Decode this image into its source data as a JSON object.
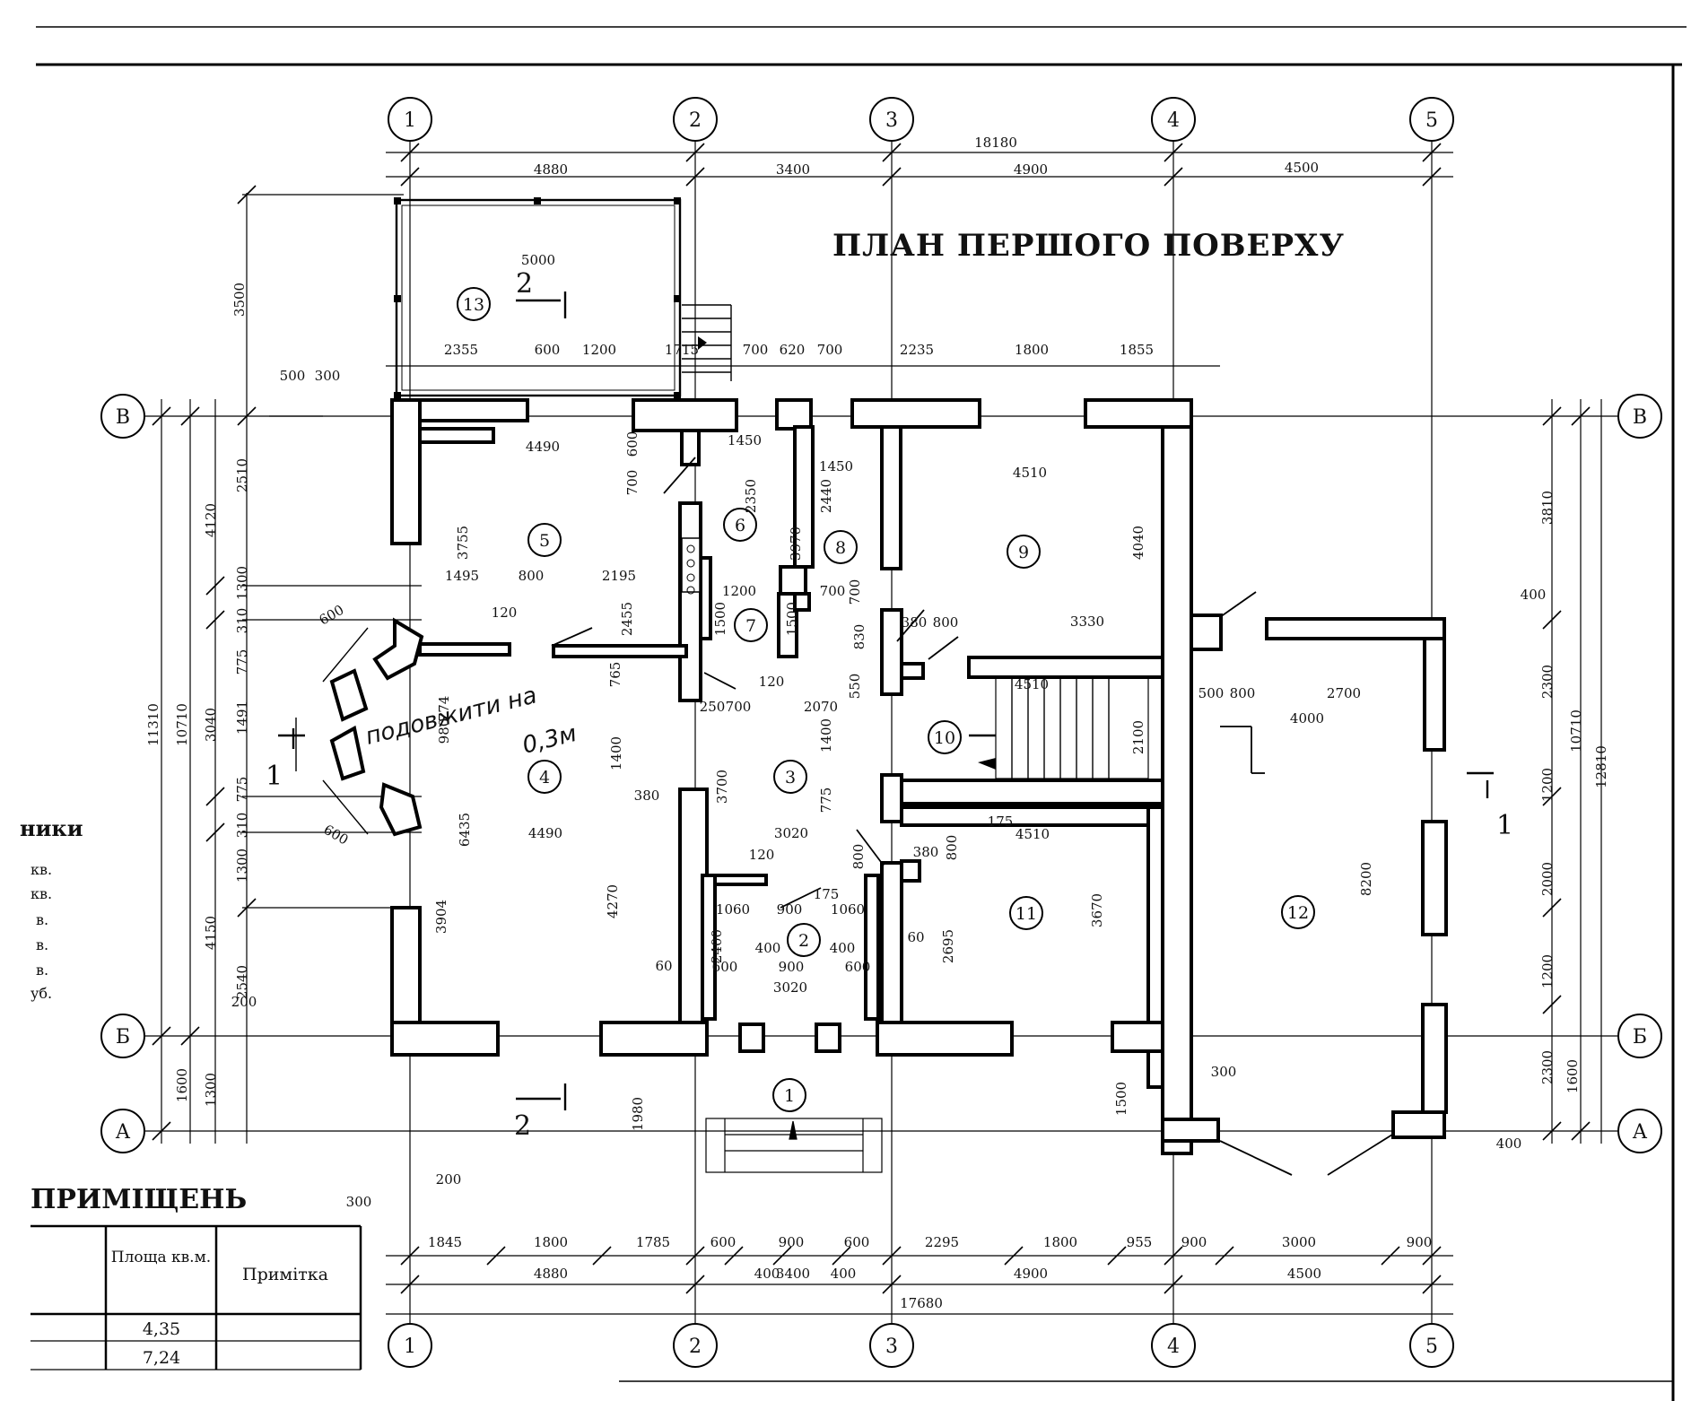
{
  "title": "ПЛАН ПЕРШОГО ПОВЕРХУ",
  "axes_numbers": [
    {
      "label": "1"
    },
    {
      "label": "2"
    },
    {
      "label": "3"
    },
    {
      "label": "4"
    },
    {
      "label": "5"
    }
  ],
  "axes_letters": [
    {
      "label": "В"
    },
    {
      "label": "Б"
    },
    {
      "label": "А"
    }
  ],
  "rooms": [
    {
      "label": "1"
    },
    {
      "label": "2"
    },
    {
      "label": "3"
    },
    {
      "label": "4"
    },
    {
      "label": "5"
    },
    {
      "label": "6"
    },
    {
      "label": "7"
    },
    {
      "label": "8"
    },
    {
      "label": "9"
    },
    {
      "label": "10"
    },
    {
      "label": "11"
    },
    {
      "label": "12"
    },
    {
      "label": "13"
    }
  ],
  "dims_top": {
    "overall": "18180",
    "axes": [
      "4880",
      "3400",
      "4900",
      "4500"
    ],
    "terrace_width": "5000",
    "terrace_depth": "3500",
    "segments": [
      "2355",
      "600",
      "1200",
      "1715",
      "700",
      "620",
      "700",
      "2235",
      "1800",
      "1855"
    ],
    "left_small": [
      "500",
      "300"
    ]
  },
  "dims_bottom": {
    "segments": [
      "1845",
      "1800",
      "1785",
      "600",
      "900",
      "600",
      "2295",
      "1800",
      "955",
      "900",
      "3000",
      "900"
    ],
    "axes": [
      "4880",
      "3400",
      "4900",
      "4500"
    ],
    "overall": "17680",
    "small": [
      "400",
      "400",
      "300",
      "200"
    ]
  },
  "dims_left": [
    "3500",
    "2510",
    "4120",
    "1300",
    "310",
    "775",
    "1491",
    "3040",
    "10710",
    "11310",
    "775",
    "310",
    "1300",
    "4150",
    "2540",
    "200",
    "1600",
    "1300",
    "600",
    "600"
  ],
  "dims_right": [
    "3810",
    "400",
    "2300",
    "10710",
    "12810",
    "1200",
    "2000",
    "1200",
    "2300",
    "1600",
    "400"
  ],
  "dims_inner": [
    "4490",
    "600",
    "700",
    "1450",
    "1450",
    "2350",
    "2440",
    "3970",
    "4510",
    "4040",
    "3755",
    "1495",
    "800",
    "2195",
    "2455",
    "1200",
    "1500",
    "1500",
    "700",
    "700",
    "380",
    "800",
    "3330",
    "830",
    "120",
    "120",
    "765",
    "774",
    "980",
    "250",
    "700",
    "2070",
    "550",
    "4510",
    "2100",
    "1400",
    "1400",
    "3700",
    "775",
    "380",
    "4490",
    "3020",
    "175",
    "4510",
    "800",
    "380",
    "800",
    "120",
    "6435",
    "3904",
    "4270",
    "1060",
    "900",
    "175",
    "1060",
    "2400",
    "400",
    "400",
    "600",
    "900",
    "600",
    "3020",
    "60",
    "60",
    "2695",
    "3670",
    "500",
    "800",
    "2700",
    "4000",
    "8200",
    "1980",
    "1500",
    "300"
  ],
  "handwritten_note": {
    "line1": "подовжити на",
    "line2": "0,3м"
  },
  "section_marks": {
    "top": "2",
    "bottom": "2",
    "left": "1",
    "right": "1"
  },
  "left_legend": {
    "heading": "ники",
    "items": [
      "кв.",
      "кв.",
      "в.",
      "в.",
      "в.",
      "уб."
    ]
  },
  "room_table": {
    "title": "ПРИМІЩЕНЬ",
    "headers": [
      "Площа кв.м.",
      "Примітка"
    ],
    "rows": [
      [
        "4,35",
        ""
      ],
      [
        "7,24",
        ""
      ]
    ]
  }
}
